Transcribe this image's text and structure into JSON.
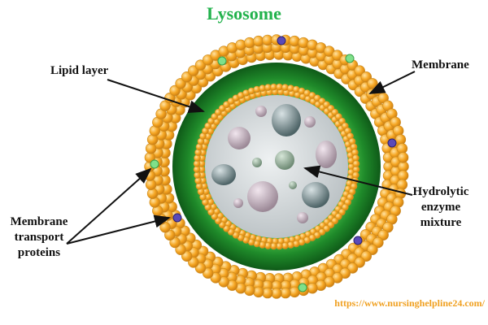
{
  "title": "Lysosome",
  "labels": {
    "lipid_layer": "Lipid layer",
    "membrane": "Membrane",
    "hydrolytic": [
      "Hydrolytic",
      "enzyme",
      "mixture"
    ],
    "transport": [
      "Membrane",
      "transport",
      "proteins"
    ]
  },
  "watermark": "https://www.nursinghelpline24.com/",
  "colors": {
    "title": "#22b24c",
    "membrane_bead": "#f5a623",
    "lipid_layer": "#1f8a2a",
    "inner_bead": "#f2b54a",
    "lumen": "#c9cfd1",
    "protein_purple": "#5a4ab8",
    "protein_green": "#7fe08a",
    "watermark": "#f0a020"
  }
}
